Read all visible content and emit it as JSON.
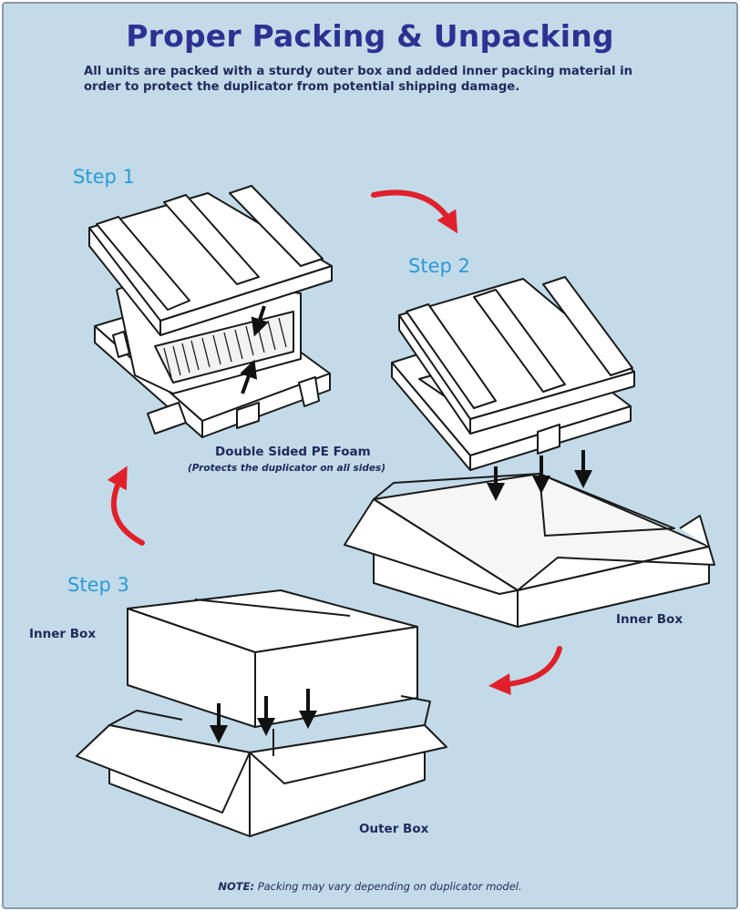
{
  "title": "Proper Packing & Unpacking",
  "intro": "All units are packed with a sturdy outer box and added inner packing material in order to protect the duplicator from potential shipping damage.",
  "steps": {
    "step1": "Step 1",
    "step2": "Step 2",
    "step3": "Step 3"
  },
  "labels": {
    "foam": "Double Sided PE Foam",
    "foam_note": "(Protects the duplicator on all sides)",
    "inner_box_right": "Inner Box",
    "inner_box_left": "Inner Box",
    "outer_box": "Outer Box"
  },
  "note": {
    "prefix": "NOTE:",
    "text": " Packing may vary depending on duplicator model."
  },
  "colors": {
    "background": "#c3dbe9",
    "title": "#2e3192",
    "step": "#2b9ad6",
    "cycle_arrow": "#e0202a"
  },
  "icons": {
    "cycle_arrows": "curved-red-arrow-icon",
    "insert_arrows": "down-arrow-icon"
  }
}
